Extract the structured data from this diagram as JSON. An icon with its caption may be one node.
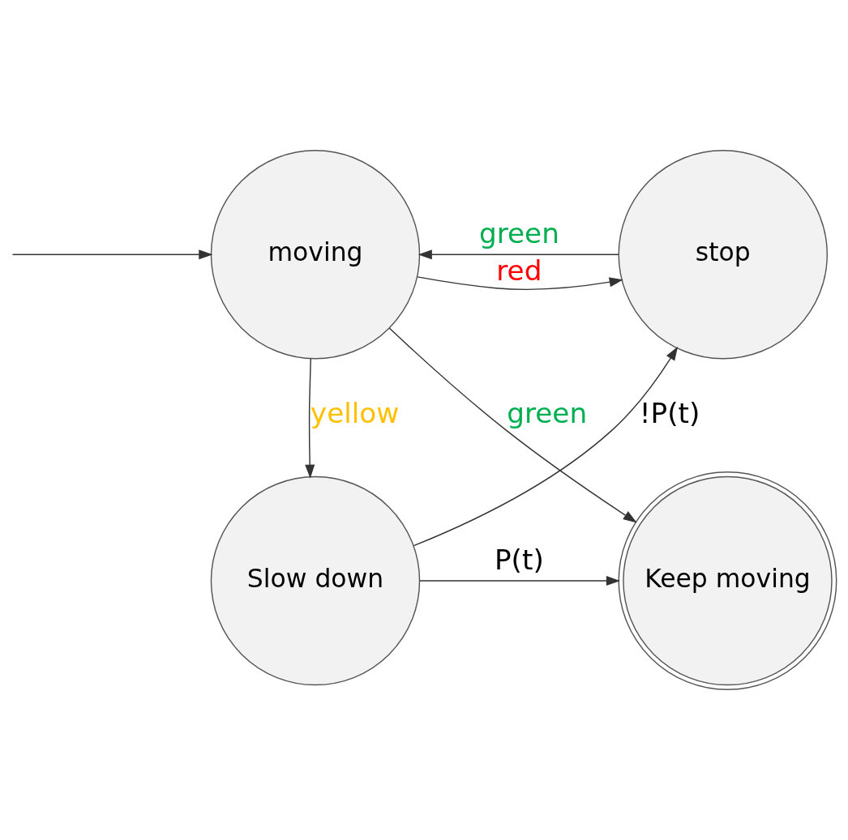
{
  "diagram": {
    "nodes": [
      {
        "text": [
          "moving"
        ]
      },
      {
        "text": [
          "stop"
        ]
      },
      {
        "text": [
          "Slow down"
        ]
      },
      {
        "text": [
          "Keep moving"
        ]
      }
    ],
    "edges": [
      {
        "from": null,
        "to": 0,
        "arrow": "to"
      },
      {
        "from": 0,
        "to": 1,
        "arrow": "to",
        "label": "red"
      },
      {
        "from": 1,
        "to": 0,
        "arrow": "to",
        "label": "green"
      },
      {
        "from": 0,
        "to": 3,
        "arrow": "to",
        "label": "green"
      },
      {
        "from": 0,
        "to": 2,
        "arrow": "to",
        "label": "yellow"
      },
      {
        "from": 2,
        "to": 1,
        "arrow": "to",
        "label": "!P(t)"
      },
      {
        "from": 2,
        "to": 3,
        "arrow": "to",
        "label": "P(t)"
      }
    ]
  }
}
